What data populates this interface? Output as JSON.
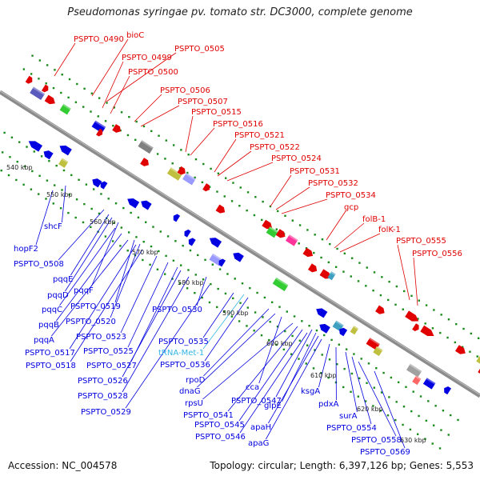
{
  "title": "Pseudomonas syringae pv. tomato str. DC3000, complete genome",
  "accession_text": "Accession: NC_004578",
  "summary_text": "Topology: circular; Length: 6,397,126 bp; Genes: 5,553",
  "colors": {
    "backbone": "#8c8c8c",
    "forward_gene": "#e00000",
    "reverse_gene": "#0000e0",
    "rna_gene": "#33b5e5",
    "tick": "#1a8a1a"
  },
  "scale_labels": [
    "540 kbp",
    "550 kbp",
    "560 kbp",
    "570 kbp",
    "580 kbp",
    "590 kbp",
    "600 kbp",
    "610 kbp",
    "620 kbp",
    "630 kbp"
  ],
  "forward_labels": [
    "PSPTO_0490",
    "bioC",
    "PSPTO_0505",
    "PSPTO_0499",
    "PSPTO_0500",
    "PSPTO_0506",
    "PSPTO_0507",
    "PSPTO_0515",
    "PSPTO_0516",
    "PSPTO_0521",
    "PSPTO_0522",
    "PSPTO_0524",
    "PSPTO_0531",
    "PSPTO_0532",
    "PSPTO_0534",
    "gcp",
    "folB-1",
    "folK-1",
    "PSPTO_0555",
    "PSPTO_0556"
  ],
  "reverse_labels": [
    "shcF",
    "hopF2",
    "PSPTO_0508",
    "pqqE",
    "pqqD",
    "pqqF",
    "pqqC",
    "PSPTO_0519",
    "pqqB",
    "PSPTO_0520",
    "pqqA",
    "PSPTO_0523",
    "PSPTO_0517",
    "PSPTO_0525",
    "PSPTO_0518",
    "PSPTO_0527",
    "PSPTO_0526",
    "PSPTO_0528",
    "PSPTO_0529",
    "PSPTO_0530",
    "PSPTO_0535",
    "tRNA-Met-1",
    "PSPTO_0536",
    "rpoD",
    "dnaG",
    "cca",
    "rpsU",
    "PSPTO_0547",
    "PSPTO_0541",
    "glpE",
    "PSPTO_0545",
    "PSPTO_0546",
    "apaH",
    "apaG",
    "ksgA",
    "pdxA",
    "surA",
    "PSPTO_0554",
    "PSPTO_0558",
    "PSPTO_0569"
  ]
}
